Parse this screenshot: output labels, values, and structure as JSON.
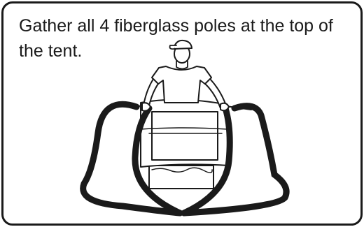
{
  "instruction": {
    "text": "Gather all 4 fiberglass poles at the top of the tent."
  },
  "illustration": {
    "subject": "person-gathering-tent-poles",
    "pole_count": 4,
    "line_color": "#1a1a1a",
    "background_color": "#ffffff"
  }
}
